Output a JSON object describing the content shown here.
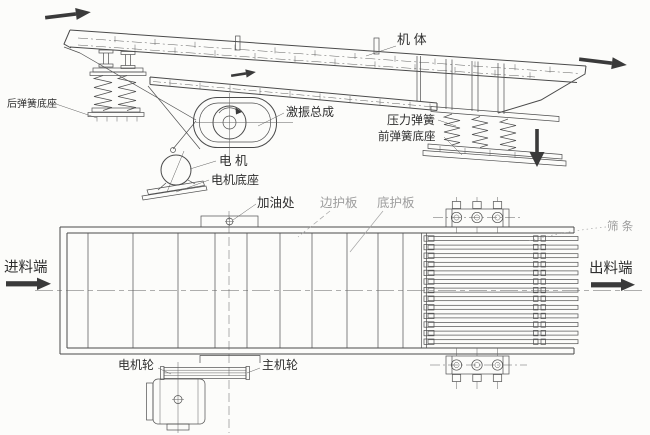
{
  "drawing": {
    "type": "vibrating-feeder structural diagram",
    "views": [
      "side elevation",
      "plan view"
    ]
  },
  "labels": {
    "machine_body": "机  体",
    "rear_spring_base": "后弹簧底座",
    "exciter_assembly": "激振总成",
    "motor": "电 机",
    "motor_base": "电机底座",
    "pressure_spring": "压力弹簧",
    "front_spring_base": "前弹簧底座",
    "oil_fill_point": "加油处",
    "side_guard_plate": "边护板",
    "bottom_guard_plate": "底护板",
    "screen_bars": "筛 条",
    "feed_end": "进料端",
    "discharge_end": "出料端",
    "motor_wheel": "电机轮",
    "main_wheel": "主机轮"
  },
  "icons": {
    "top_left_arrow": "right-arrow",
    "mid_arrow": "right-arrow",
    "top_right_arrow": "right-arrow",
    "down_arrow": "down-arrow",
    "feed_arrow": "right-arrow",
    "discharge_arrow": "right-arrow",
    "rotation_arc": "counterclockwise-arc"
  },
  "colors": {
    "background": "#fcfcfa",
    "line": "#4a4a4a",
    "label_text": "#2e2e2e",
    "gray_label_text": "#9d9d9d",
    "arrow_fill": "#3a3a3a"
  }
}
